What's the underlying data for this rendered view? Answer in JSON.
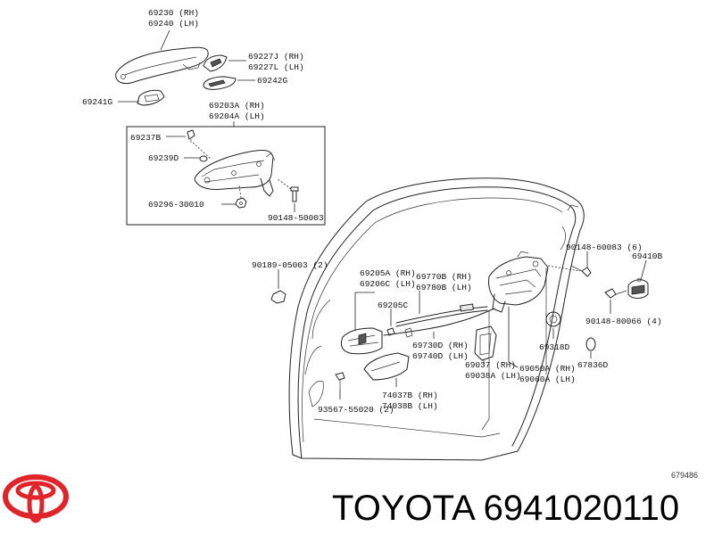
{
  "labels": {
    "l69230": "69230 (RH)",
    "l69240": "69240 (LH)",
    "l69227J": "69227J (RH)",
    "l69227L": "69227L (LH)",
    "l69242G": "69242G",
    "l69241G": "69241G",
    "l69203A": "69203A (RH)",
    "l69204A": "69204A (LH)",
    "l69237B": "69237B",
    "l69239D": "69239D",
    "l69296": "69296-30010",
    "l90148a": "90148-50003",
    "l90148b": "90148-60083 (6)",
    "l69410B": "69410B",
    "l90189": "90189-05003 (2)",
    "l69205A": "69205A (RH)",
    "l69206C": "69206C (LH)",
    "l69205C": "69205C",
    "l69770B": "69770B (RH)",
    "l69780B": "69780B (LH)",
    "l90148c": "90148-80066 (4)",
    "l69730D": "69730D (RH)",
    "l69740D": "69740D (LH)",
    "l69318D": "69318D",
    "l69037": "69037 (RH)",
    "l69038A": "69038A (LH)",
    "l69050A": "69050A (RH)",
    "l69060A": "69060A (LH)",
    "l67836D": "67836D",
    "l74037B": "74037B (RH)",
    "l74038B": "74038B (LH)",
    "l93567": "93567-55020 (2)"
  },
  "diagram_id": "679486",
  "caption": "TOYOTA 6941020110",
  "brand_logo": "toyota-logo",
  "colors": {
    "logo_red": "#e0242a",
    "line": "#222222"
  }
}
